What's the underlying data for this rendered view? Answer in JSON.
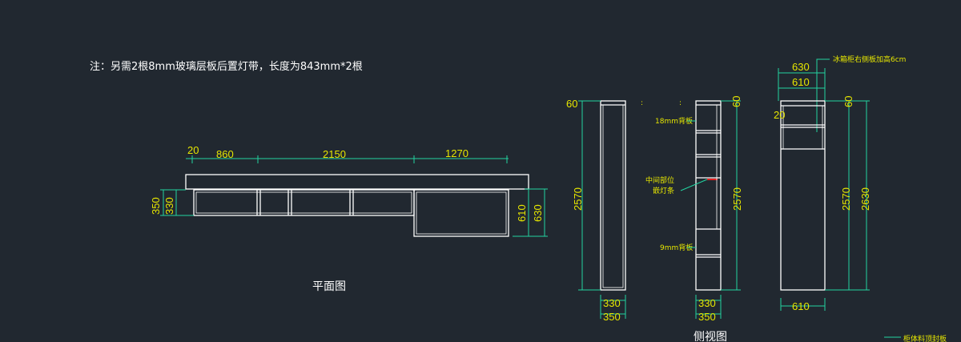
{
  "note": "注：另需2根8mm玻璃层板后置灯带，长度为843mm*2根",
  "plan": {
    "caption": "平面图",
    "dims_top": [
      "20",
      "860",
      "2150",
      "1270"
    ],
    "dims_left": [
      "350",
      "330"
    ],
    "dims_right": [
      "610",
      "630"
    ]
  },
  "side": {
    "caption": "侧视图",
    "left_dims": [
      "60",
      "2570"
    ],
    "mid_top": [
      "60"
    ],
    "mid_right": [
      "2570"
    ],
    "ann_back18": "18mm背板",
    "ann_middle_1": "中间部位",
    "ann_middle_2": "嵌灯条",
    "ann_back9": "9mm背板",
    "bottom_a": [
      "330",
      "350"
    ],
    "bottom_b": [
      "330",
      "350"
    ]
  },
  "fridge": {
    "ann": "冰箱柜右侧板加高6cm",
    "top_dims": [
      "630",
      "610"
    ],
    "inner_dim": "20",
    "right_top": "60",
    "right_a": "2570",
    "right_b": "2630",
    "bottom": "610",
    "ann_bottom": "柜体料顶封板"
  }
}
